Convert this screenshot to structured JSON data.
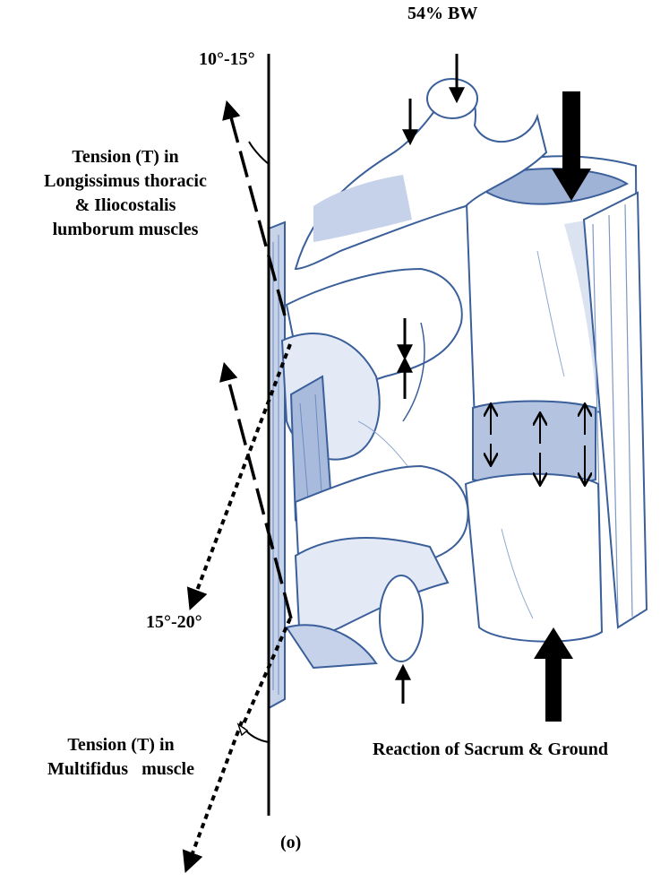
{
  "labels": {
    "top_load": "54% BW",
    "angle_upper": "10°-15°",
    "angle_lower": "15°-20°",
    "longissimus": [
      "Tension (T) in",
      "Longissimus thoracic",
      "& Iliocostalis",
      "lumborum muscles"
    ],
    "multifidus": [
      "Tension (T) in",
      "Multifidus   muscle"
    ],
    "reaction": "Reaction of Sacrum & Ground",
    "figure_tag": "(o)"
  },
  "colors": {
    "bone_outline": "#3a5f9a",
    "bone_shade": "#8fa8cf",
    "bone_fill": "#ffffff",
    "arrow": "#000000"
  }
}
